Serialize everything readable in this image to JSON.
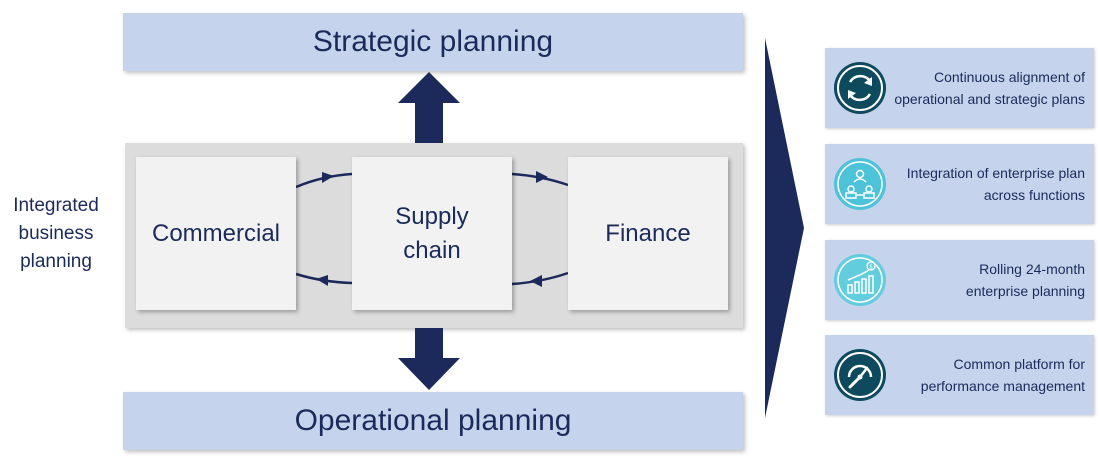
{
  "top_band": {
    "label": "Strategic planning"
  },
  "bottom_band": {
    "label": "Operational planning"
  },
  "side_label": "Integrated\nbusiness\nplanning",
  "functions": [
    {
      "label": "Commercial"
    },
    {
      "label": "Supply\nchain"
    },
    {
      "label": "Finance"
    }
  ],
  "features": [
    {
      "text": "Continuous alignment of\noperational and strategic plans",
      "icon": "cycle-icon"
    },
    {
      "text": "Integration of enterprise plan\nacross functions",
      "icon": "people-exchange-icon"
    },
    {
      "text": "Rolling 24-month\nenterprise planning",
      "icon": "growth-chart-icon"
    },
    {
      "text": "Common platform for\nperformance management",
      "icon": "gauge-icon"
    }
  ],
  "colors": {
    "navy": "#1b2a5a",
    "band_fill": "#c5d4ec",
    "panel_fill": "#dcdcdc",
    "box_fill": "#f2f2f2",
    "icon_dark": "#0e4a5e",
    "icon_light": "#4cc3d9"
  }
}
